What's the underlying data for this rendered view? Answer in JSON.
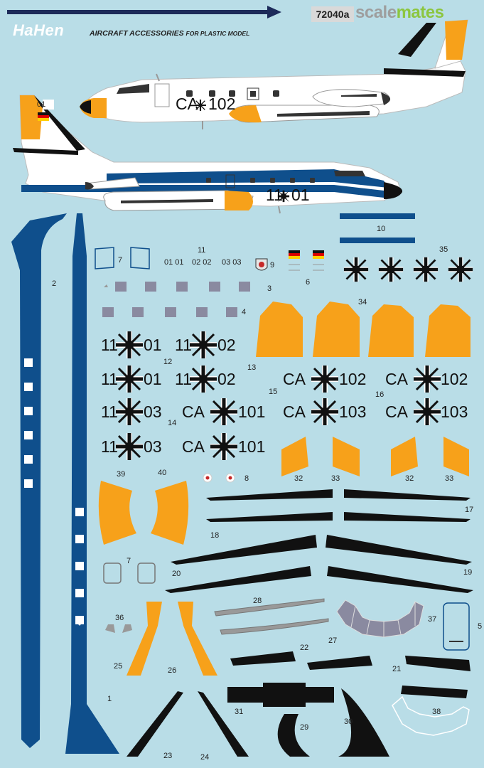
{
  "header": {
    "brand": "HaHen",
    "tagline_main": "AIRCRAFT ACCESSORIES",
    "tagline_small": "FOR PLASTIC MODEL",
    "product_code": "72040a",
    "watermark_part1": "scale",
    "watermark_part2": "mates"
  },
  "aircraft": {
    "top_registration": "CA 102",
    "bottom_registration": "11 01",
    "tail_number": "01"
  },
  "decals": {
    "items": [
      {
        "number": "1"
      },
      {
        "number": "2"
      },
      {
        "number": "3"
      },
      {
        "number": "4"
      },
      {
        "number": "5"
      },
      {
        "number": "6"
      },
      {
        "number": "7"
      },
      {
        "number": "8"
      },
      {
        "number": "9"
      },
      {
        "number": "10"
      },
      {
        "number": "12"
      },
      {
        "number": "13"
      },
      {
        "number": "14"
      },
      {
        "number": "15"
      },
      {
        "number": "16"
      },
      {
        "number": "17"
      },
      {
        "number": "18"
      },
      {
        "number": "19"
      },
      {
        "number": "20"
      },
      {
        "number": "21"
      },
      {
        "number": "22"
      },
      {
        "number": "23"
      },
      {
        "number": "24"
      },
      {
        "number": "25"
      },
      {
        "number": "26"
      },
      {
        "number": "27"
      },
      {
        "number": "28"
      },
      {
        "number": "29"
      },
      {
        "number": "30"
      },
      {
        "number": "31"
      },
      {
        "number": "32"
      },
      {
        "number": "33"
      },
      {
        "number": "34"
      },
      {
        "number": "35"
      },
      {
        "number": "36"
      },
      {
        "number": "37"
      },
      {
        "number": "38"
      },
      {
        "number": "39"
      },
      {
        "number": "40"
      }
    ],
    "small_codes": [
      "01 01",
      "02 02",
      "03 03",
      "11"
    ],
    "registrations": {
      "r1101": [
        "11",
        "01"
      ],
      "r1102": [
        "11",
        "02"
      ],
      "r1103": [
        "11",
        "03"
      ],
      "ca101": [
        "CA",
        "101"
      ],
      "ca102": [
        "CA",
        "102"
      ],
      "ca103": [
        "CA",
        "103"
      ]
    }
  },
  "colors": {
    "background": "#b9dde7",
    "blue": "#0f4f8c",
    "orange": "#f7a11a",
    "black": "#111111",
    "white": "#ffffff"
  }
}
